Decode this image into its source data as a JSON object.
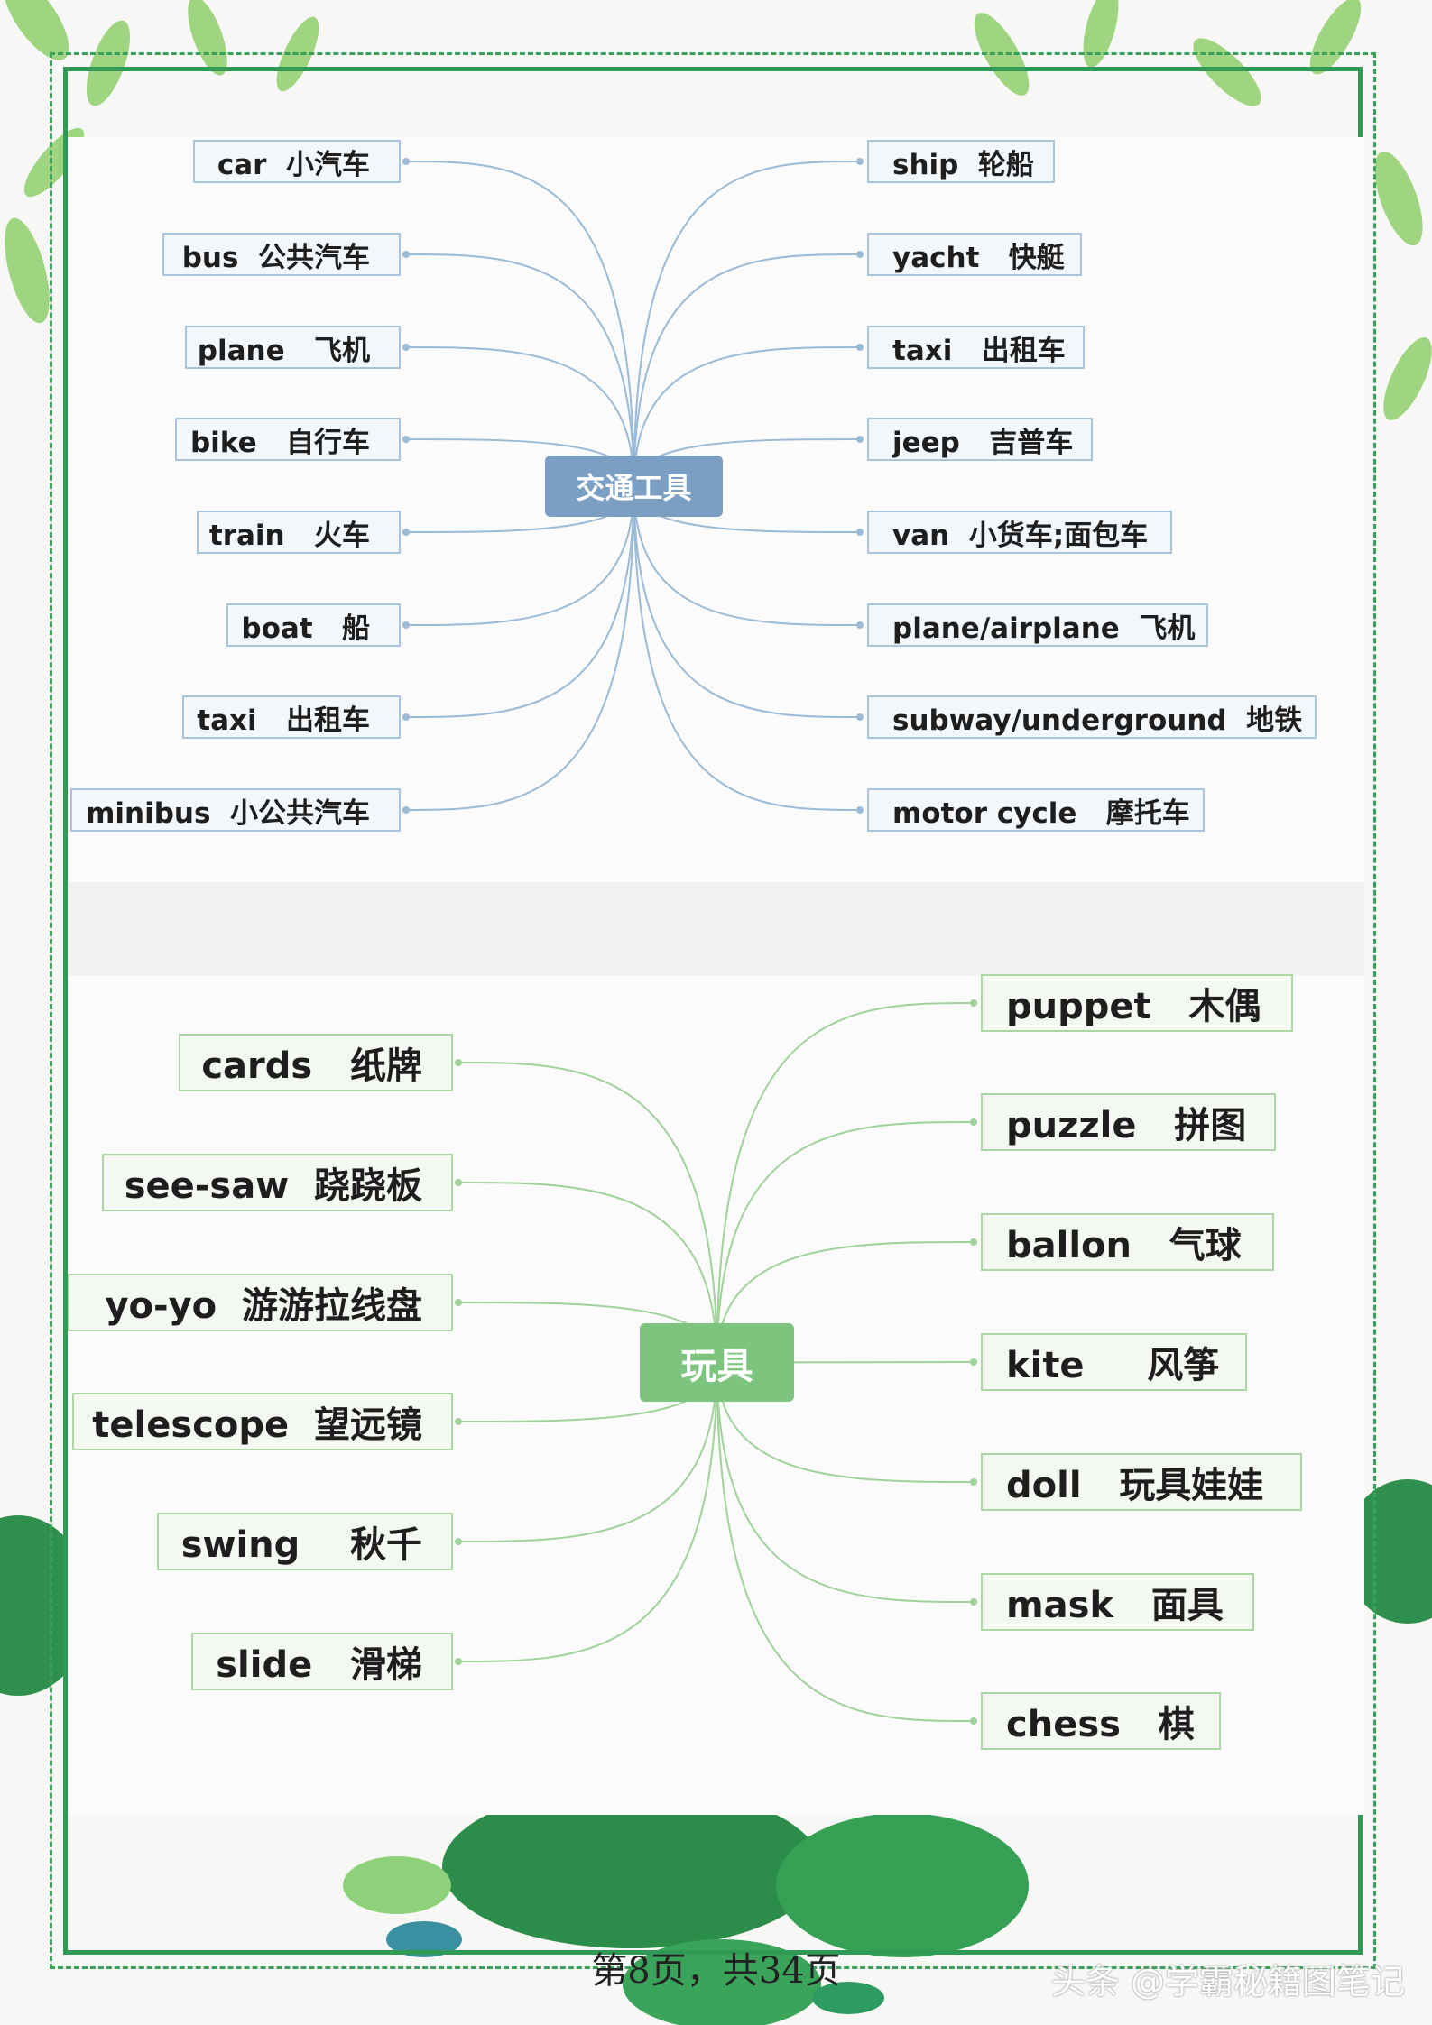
{
  "transport": {
    "title": "交通工具",
    "left": [
      "car  小汽车",
      "bus  公共汽车",
      "plane   飞机",
      "bike   自行车",
      "train   火车",
      "boat   船",
      "taxi   出租车",
      "minibus  小公共汽车"
    ],
    "right": [
      "ship  轮船",
      "yacht   快艇",
      "taxi   出租车",
      "jeep   吉普车",
      "van  小货车;面包车",
      "plane/airplane  飞机",
      "subway/underground  地铁",
      "motor cycle   摩托车"
    ]
  },
  "toys": {
    "title": "玩具",
    "left": [
      "cards   纸牌",
      "see-saw  跷跷板",
      "yo-yo  游游拉线盘",
      "telescope  望远镜",
      "swing    秋千",
      "slide   滑梯"
    ],
    "right": [
      "puppet   木偶",
      "puzzle   拼图",
      "ballon   气球",
      "kite     风筝",
      "doll   玩具娃娃",
      "mask   面具",
      "chess   棋"
    ]
  },
  "footer": "第8页，共34页",
  "watermark": "头条 @学霸秘籍图笔记",
  "colors": {
    "transport_center": "#7b9fc3",
    "transport_link": "#9bbad6",
    "toy_center": "#7dc47f",
    "toy_link": "#9fd29a",
    "frame": "#2f9a55"
  }
}
